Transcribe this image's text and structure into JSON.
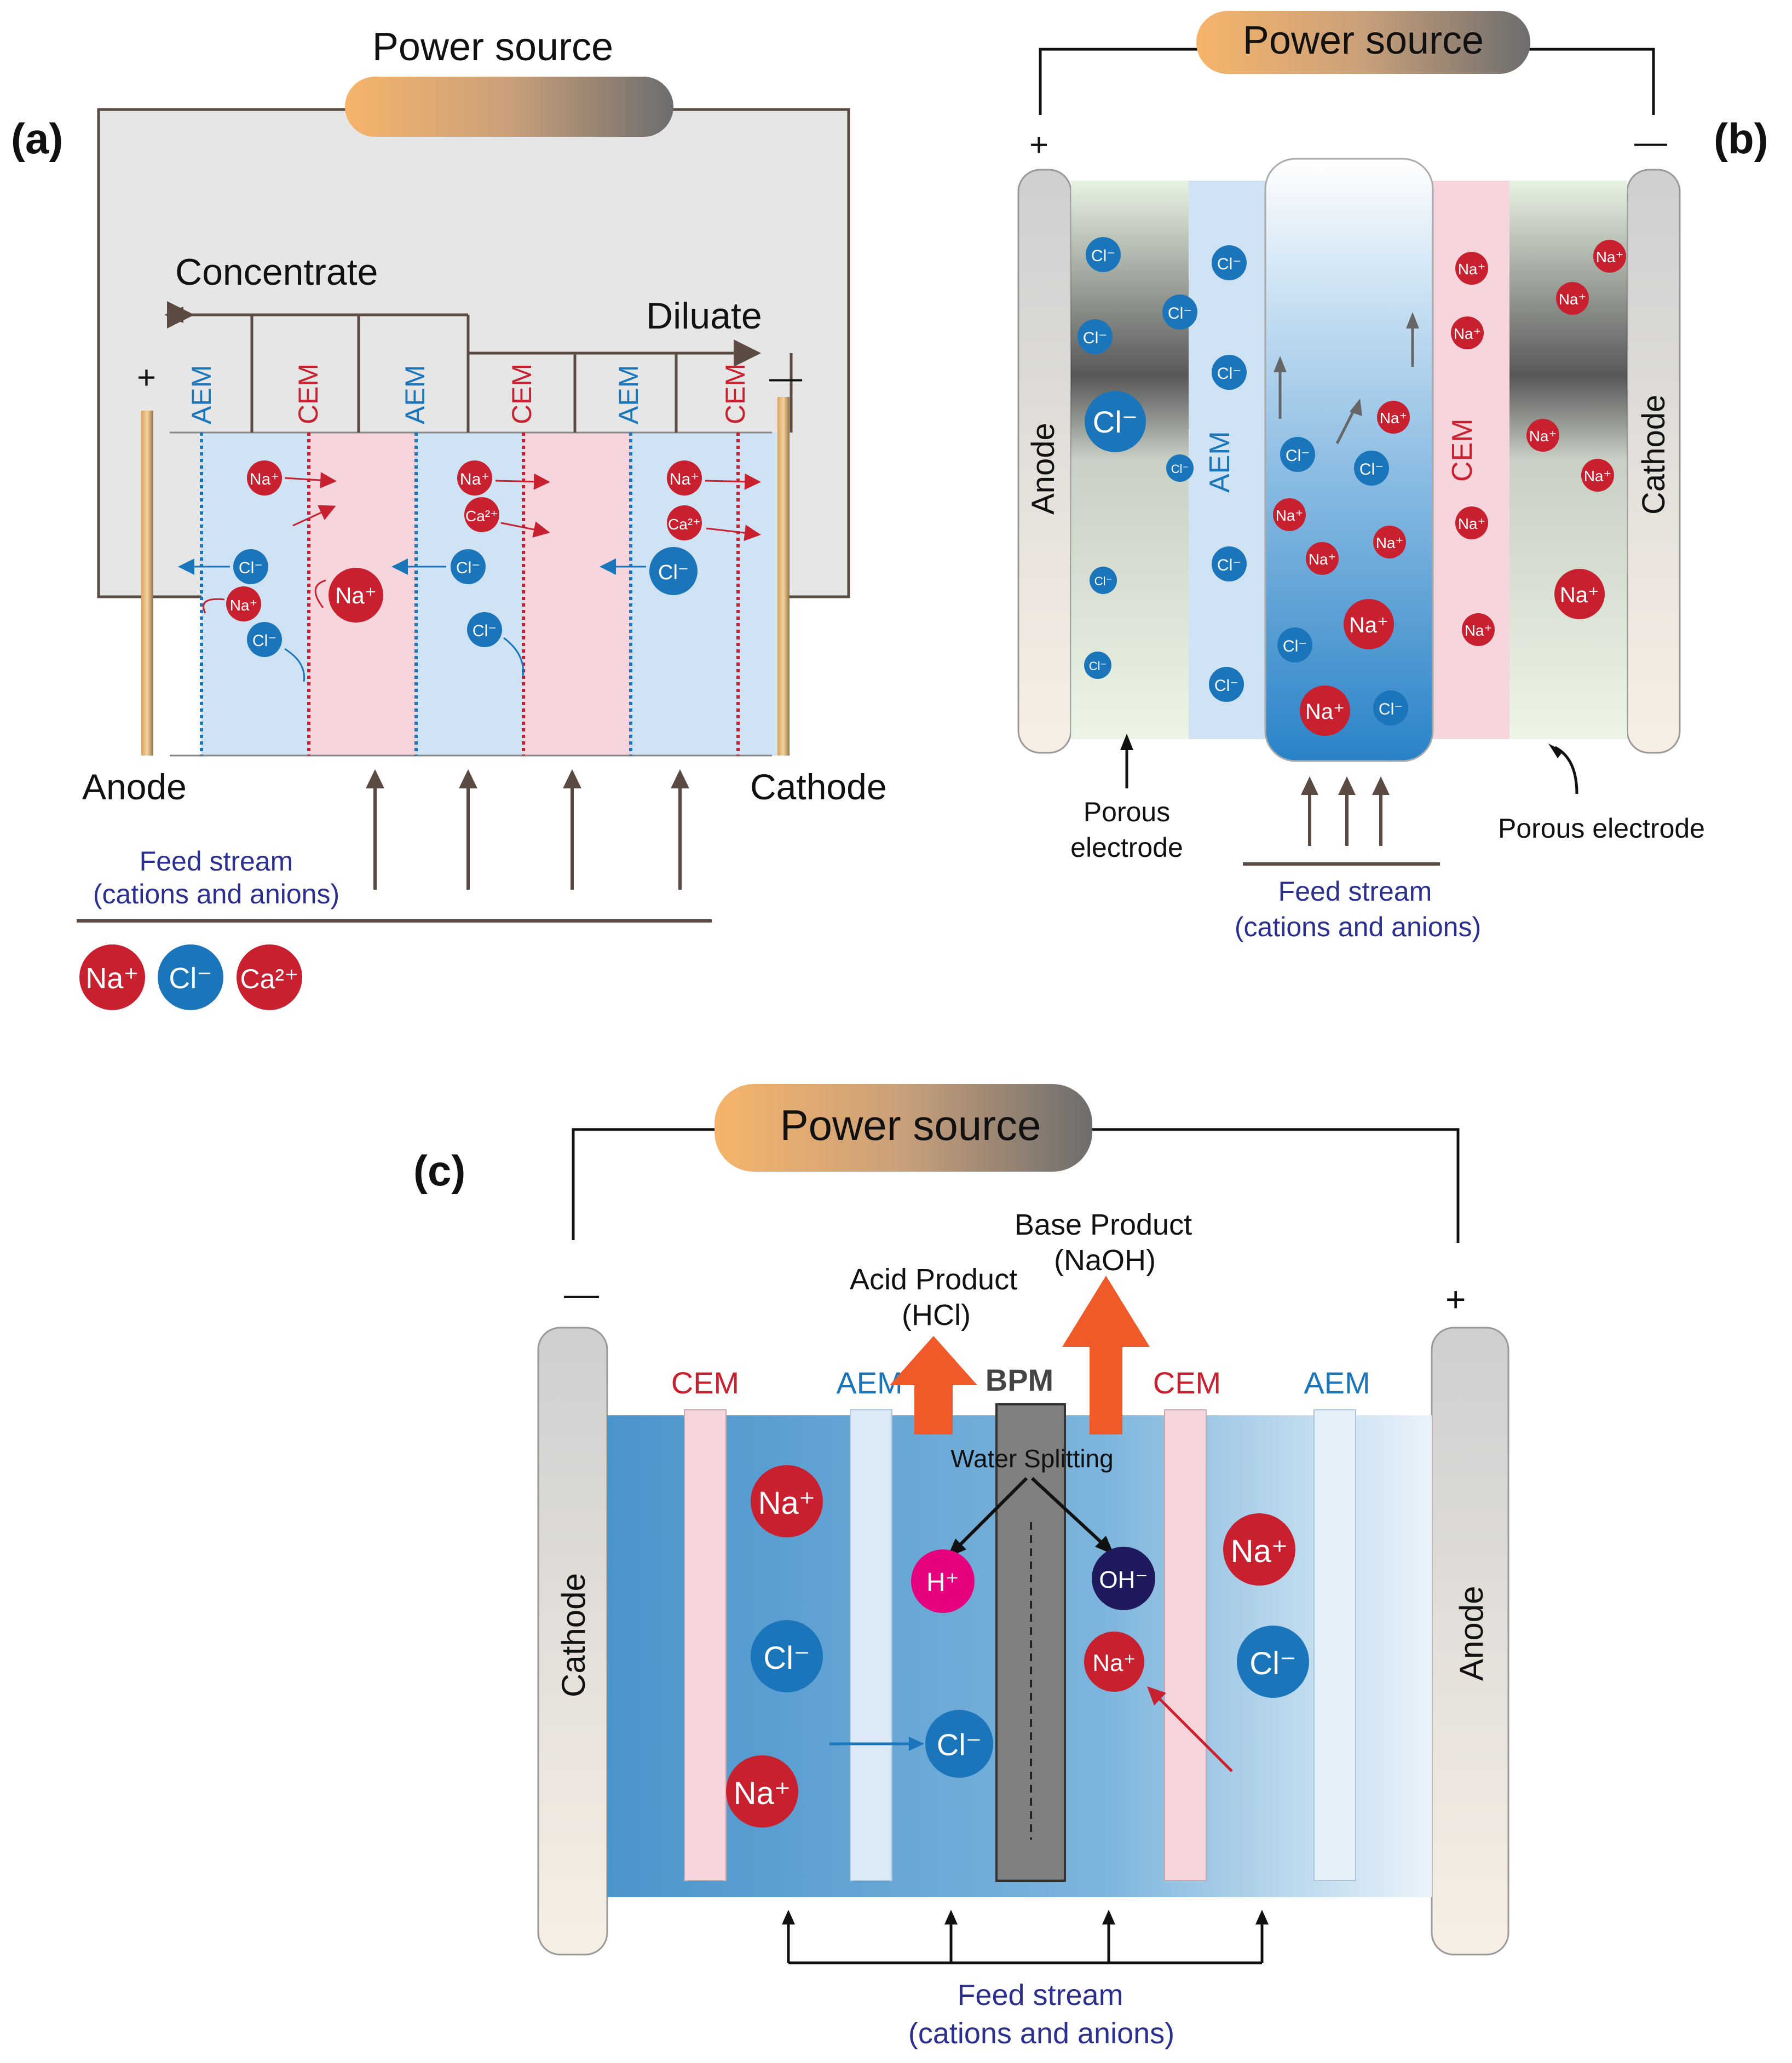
{
  "colors": {
    "cation": "#c8202f",
    "anion": "#1a75bb",
    "proton": "#e6007e",
    "hydroxide": "#1f1a5e",
    "concentrate_channel": "#f6d6dc",
    "dilute_channel": "#cfe3f4",
    "cem_text": "#c8202f",
    "aem_text": "#1a75bb",
    "feed_text": "#2b2f8f",
    "product_arrow": "#f05a28",
    "arrow": "#5a4a42"
  },
  "panel_a": {
    "label": "(a)",
    "power_source": "Power source",
    "plus": "+",
    "minus": "—",
    "concentrate": "Concentrate",
    "diluate": "Diluate",
    "anode": "Anode",
    "cathode": "Cathode",
    "membranes": [
      "AEM",
      "CEM",
      "AEM",
      "CEM",
      "AEM",
      "CEM"
    ],
    "feed_line1": "Feed stream",
    "feed_line2": "(cations and anions)",
    "legend": {
      "na": "Na⁺",
      "cl": "Cl⁻",
      "ca": "Ca²⁺"
    },
    "ions": {
      "na": "Na⁺",
      "ca": "Ca²⁺",
      "cl": "Cl⁻"
    }
  },
  "panel_b": {
    "label": "(b)",
    "power_source": "Power source",
    "plus": "+",
    "minus": "—",
    "anode": "Anode",
    "cathode": "Cathode",
    "aem": "AEM",
    "cem": "CEM",
    "porous_left_line1": "Porous",
    "porous_left_line2": "electrode",
    "porous_right": "Porous electrode",
    "feed_line1": "Feed stream",
    "feed_line2": "(cations and anions)",
    "ions": {
      "na": "Na⁺",
      "cl": "Cl⁻"
    }
  },
  "panel_c": {
    "label": "(c)",
    "power_source": "Power source",
    "minus": "—",
    "plus": "+",
    "cathode": "Cathode",
    "anode": "Anode",
    "cem1": "CEM",
    "aem1": "AEM",
    "bpm": "BPM",
    "cem2": "CEM",
    "aem2": "AEM",
    "acid_line1": "Acid Product",
    "acid_line2": "(HCl)",
    "base_line1": "Base Product",
    "base_line2": "(NaOH)",
    "water_splitting": "Water Splitting",
    "feed_line1": "Feed stream",
    "feed_line2": "(cations and anions)",
    "ions": {
      "na": "Na⁺",
      "cl": "Cl⁻",
      "h": "H⁺",
      "oh": "OH⁻"
    }
  }
}
